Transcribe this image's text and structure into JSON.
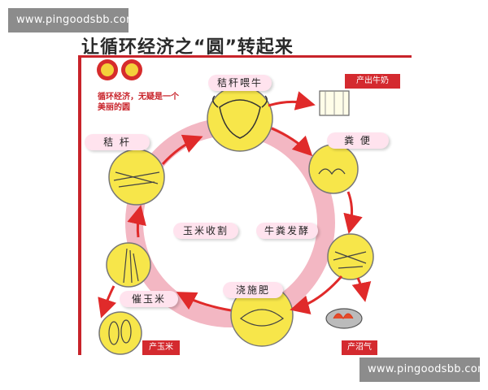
{
  "watermark": {
    "top": "www.pingoodsbb.com",
    "bottom": "www.pingoodsbb.com"
  },
  "title": "让循环经济之“圆”转起来",
  "note": "循环经济，无疑是一个美丽的圆",
  "labels": {
    "straw_feed": "秸秆喂牛",
    "dung": "粪 便",
    "straw": "秸 杆",
    "corn_harvest": "玉米收割",
    "dung_ferment": "牛粪发酵",
    "fertilizer": "浇施肥",
    "corn_grow": "催玉米"
  },
  "tags": {
    "milk": "产出牛奶",
    "corn": "产玉米",
    "biogas": "产沼气"
  },
  "colors": {
    "accent": "#c8232a",
    "ring": "#f3b7c3",
    "node": "#f7e64a",
    "label_bg": "#ffe3ee"
  }
}
